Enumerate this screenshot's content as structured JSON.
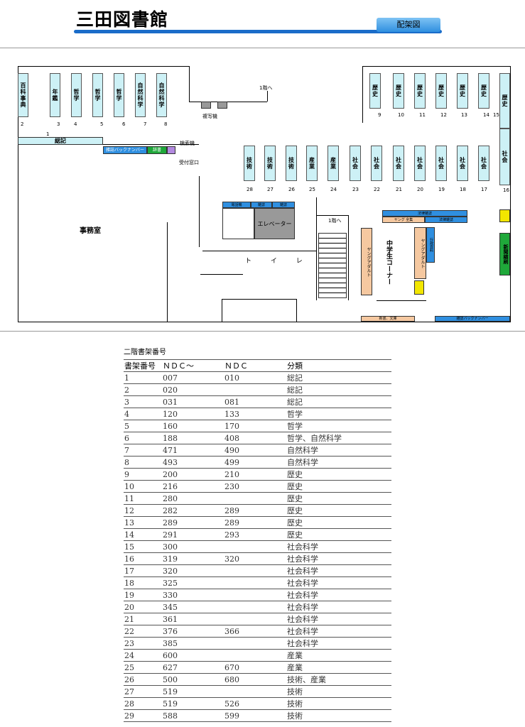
{
  "header": {
    "title": "三田図書館",
    "badge": "配架図"
  },
  "map": {
    "top_shelves": [
      {
        "label": "百科事典",
        "num": "2"
      },
      {
        "label": "年鑑",
        "num": "3"
      },
      {
        "label": "哲学",
        "num": "4"
      },
      {
        "label": "哲学",
        "num": "5"
      },
      {
        "label": "哲学",
        "num": "6"
      },
      {
        "label": "自然科学",
        "num": "7"
      },
      {
        "label": "自然科学",
        "num": "8"
      }
    ],
    "history_shelves": [
      {
        "label": "歴史",
        "num": "9"
      },
      {
        "label": "歴史",
        "num": "10"
      },
      {
        "label": "歴史",
        "num": "11"
      },
      {
        "label": "歴史",
        "num": "12"
      },
      {
        "label": "歴史",
        "num": "13"
      },
      {
        "label": "歴史",
        "num": "14"
      }
    ],
    "right_history": {
      "label": "歴史",
      "num": "15"
    },
    "right_social": {
      "label": "社会",
      "num": "16"
    },
    "middle_shelves": [
      {
        "label": "技術",
        "num": "28"
      },
      {
        "label": "技術",
        "num": "27"
      },
      {
        "label": "技術",
        "num": "26"
      },
      {
        "label": "産業",
        "num": "25"
      },
      {
        "label": "産業",
        "num": "24"
      },
      {
        "label": "社会",
        "num": "23"
      },
      {
        "label": "社会",
        "num": "22"
      },
      {
        "label": "社会",
        "num": "21"
      },
      {
        "label": "社会",
        "num": "20"
      },
      {
        "label": "社会",
        "num": "19"
      },
      {
        "label": "社会",
        "num": "18"
      },
      {
        "label": "社会",
        "num": "17"
      }
    ],
    "soki": "総記",
    "soki_num": "1",
    "stairs_top": "1階へ",
    "stairs_bottom": "1階へ",
    "copy": "複写機",
    "backnumber1": "雑誌バックナンバー",
    "shinsho": "辞書",
    "kensaku": "検索機",
    "uketsuke": "受付窓口",
    "office": "事務室",
    "denwa": "電話機",
    "b1": "雑誌",
    "b2": "雑誌",
    "elevator": "エレベーター",
    "toilet": "ト イ レ",
    "young1": "ヤングアダルト",
    "young2": "ヤングアダルト",
    "chugaku": "中学生コーナー",
    "yz1": "法律雑誌",
    "yz2": "ヤング 全集",
    "yz3": "法律雑誌",
    "gyosei": "行政資料",
    "newspaper": "新聞縮刷",
    "shinsho_bunko": "新書、文庫",
    "backnumber2": "雑誌バックナンバー"
  },
  "table": {
    "caption": "二階書架番号",
    "headers": [
      "書架番号",
      "ＮＤＣ～",
      "ＮＤＣ",
      "分類"
    ],
    "rows": [
      [
        "1",
        "007",
        "010",
        "総記"
      ],
      [
        "2",
        "020",
        "",
        "総記"
      ],
      [
        "3",
        "031",
        "081",
        "総記"
      ],
      [
        "4",
        "120",
        "133",
        "哲学"
      ],
      [
        "5",
        "160",
        "170",
        "哲学"
      ],
      [
        "6",
        "188",
        "408",
        "哲学、自然科学"
      ],
      [
        "7",
        "471",
        "490",
        "自然科学"
      ],
      [
        "8",
        "493",
        "499",
        "自然科学"
      ],
      [
        "9",
        "200",
        "210",
        "歴史"
      ],
      [
        "10",
        "216",
        "230",
        "歴史"
      ],
      [
        "11",
        "280",
        "",
        "歴史"
      ],
      [
        "12",
        "282",
        "289",
        "歴史"
      ],
      [
        "13",
        "289",
        "289",
        "歴史"
      ],
      [
        "14",
        "291",
        "293",
        "歴史"
      ],
      [
        "15",
        "300",
        "",
        "社会科学"
      ],
      [
        "16",
        "319",
        "320",
        "社会科学"
      ],
      [
        "17",
        "320",
        "",
        "社会科学"
      ],
      [
        "18",
        "325",
        "",
        "社会科学"
      ],
      [
        "19",
        "330",
        "",
        "社会科学"
      ],
      [
        "20",
        "345",
        "",
        "社会科学"
      ],
      [
        "21",
        "361",
        "",
        "社会科学"
      ],
      [
        "22",
        "376",
        "366",
        "社会科学"
      ],
      [
        "23",
        "385",
        "",
        "社会科学"
      ],
      [
        "24",
        "600",
        "",
        "産業"
      ],
      [
        "25",
        "627",
        "670",
        "産業"
      ],
      [
        "26",
        "500",
        "680",
        "技術、産業"
      ],
      [
        "27",
        "519",
        "",
        "技術"
      ],
      [
        "28",
        "519",
        "526",
        "技術"
      ],
      [
        "29",
        "588",
        "599",
        "技術"
      ]
    ]
  }
}
